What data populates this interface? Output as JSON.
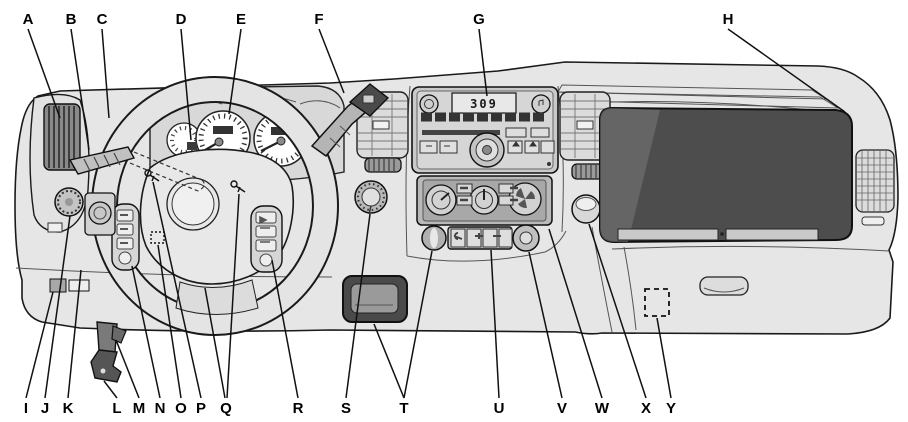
{
  "figure": {
    "type": "vehicle-dashboard-callout-diagram",
    "subject": "Instrument panel overview line drawing with lettered callouts",
    "background_color": "#ffffff",
    "line_color": "#111111",
    "dash_fill": "#e6e6e6",
    "dark_panel_fill": "#4d4d4d",
    "radio_display": "309",
    "callout_labels": [
      "A",
      "B",
      "C",
      "D",
      "E",
      "F",
      "G",
      "H",
      "I",
      "J",
      "K",
      "L",
      "M",
      "N",
      "O",
      "P",
      "Q",
      "R",
      "S",
      "T",
      "U",
      "V",
      "W",
      "X",
      "Y"
    ]
  }
}
